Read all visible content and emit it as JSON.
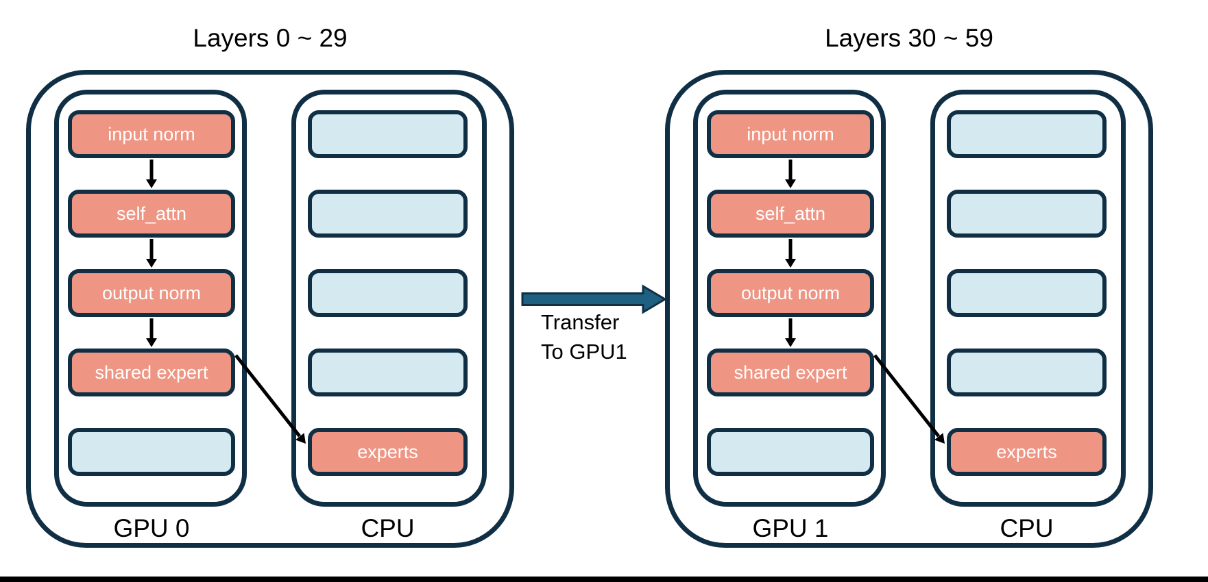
{
  "groups": [
    {
      "title": "Layers 0 ~ 29",
      "gpu": {
        "label": "GPU 0",
        "boxes": [
          "input norm",
          "self_attn",
          "output norm",
          "shared expert",
          ""
        ]
      },
      "cpu": {
        "label": "CPU",
        "boxes": [
          "",
          "",
          "",
          "",
          "experts"
        ]
      }
    },
    {
      "title": "Layers 30 ~ 59",
      "gpu": {
        "label": "GPU 1",
        "boxes": [
          "input norm",
          "self_attn",
          "output norm",
          "shared expert",
          ""
        ]
      },
      "cpu": {
        "label": "CPU",
        "boxes": [
          "",
          "",
          "",
          "",
          "experts"
        ]
      }
    }
  ],
  "transfer": {
    "line1": "Transfer",
    "line2": "To GPU1"
  },
  "colors": {
    "border-navy": "#102F44",
    "salmon": "#EE9584",
    "light-blue": "#D4E9F0",
    "arrow-teal": "#1D6082",
    "box-text": "#FFFFFF",
    "text-black": "#000000"
  }
}
